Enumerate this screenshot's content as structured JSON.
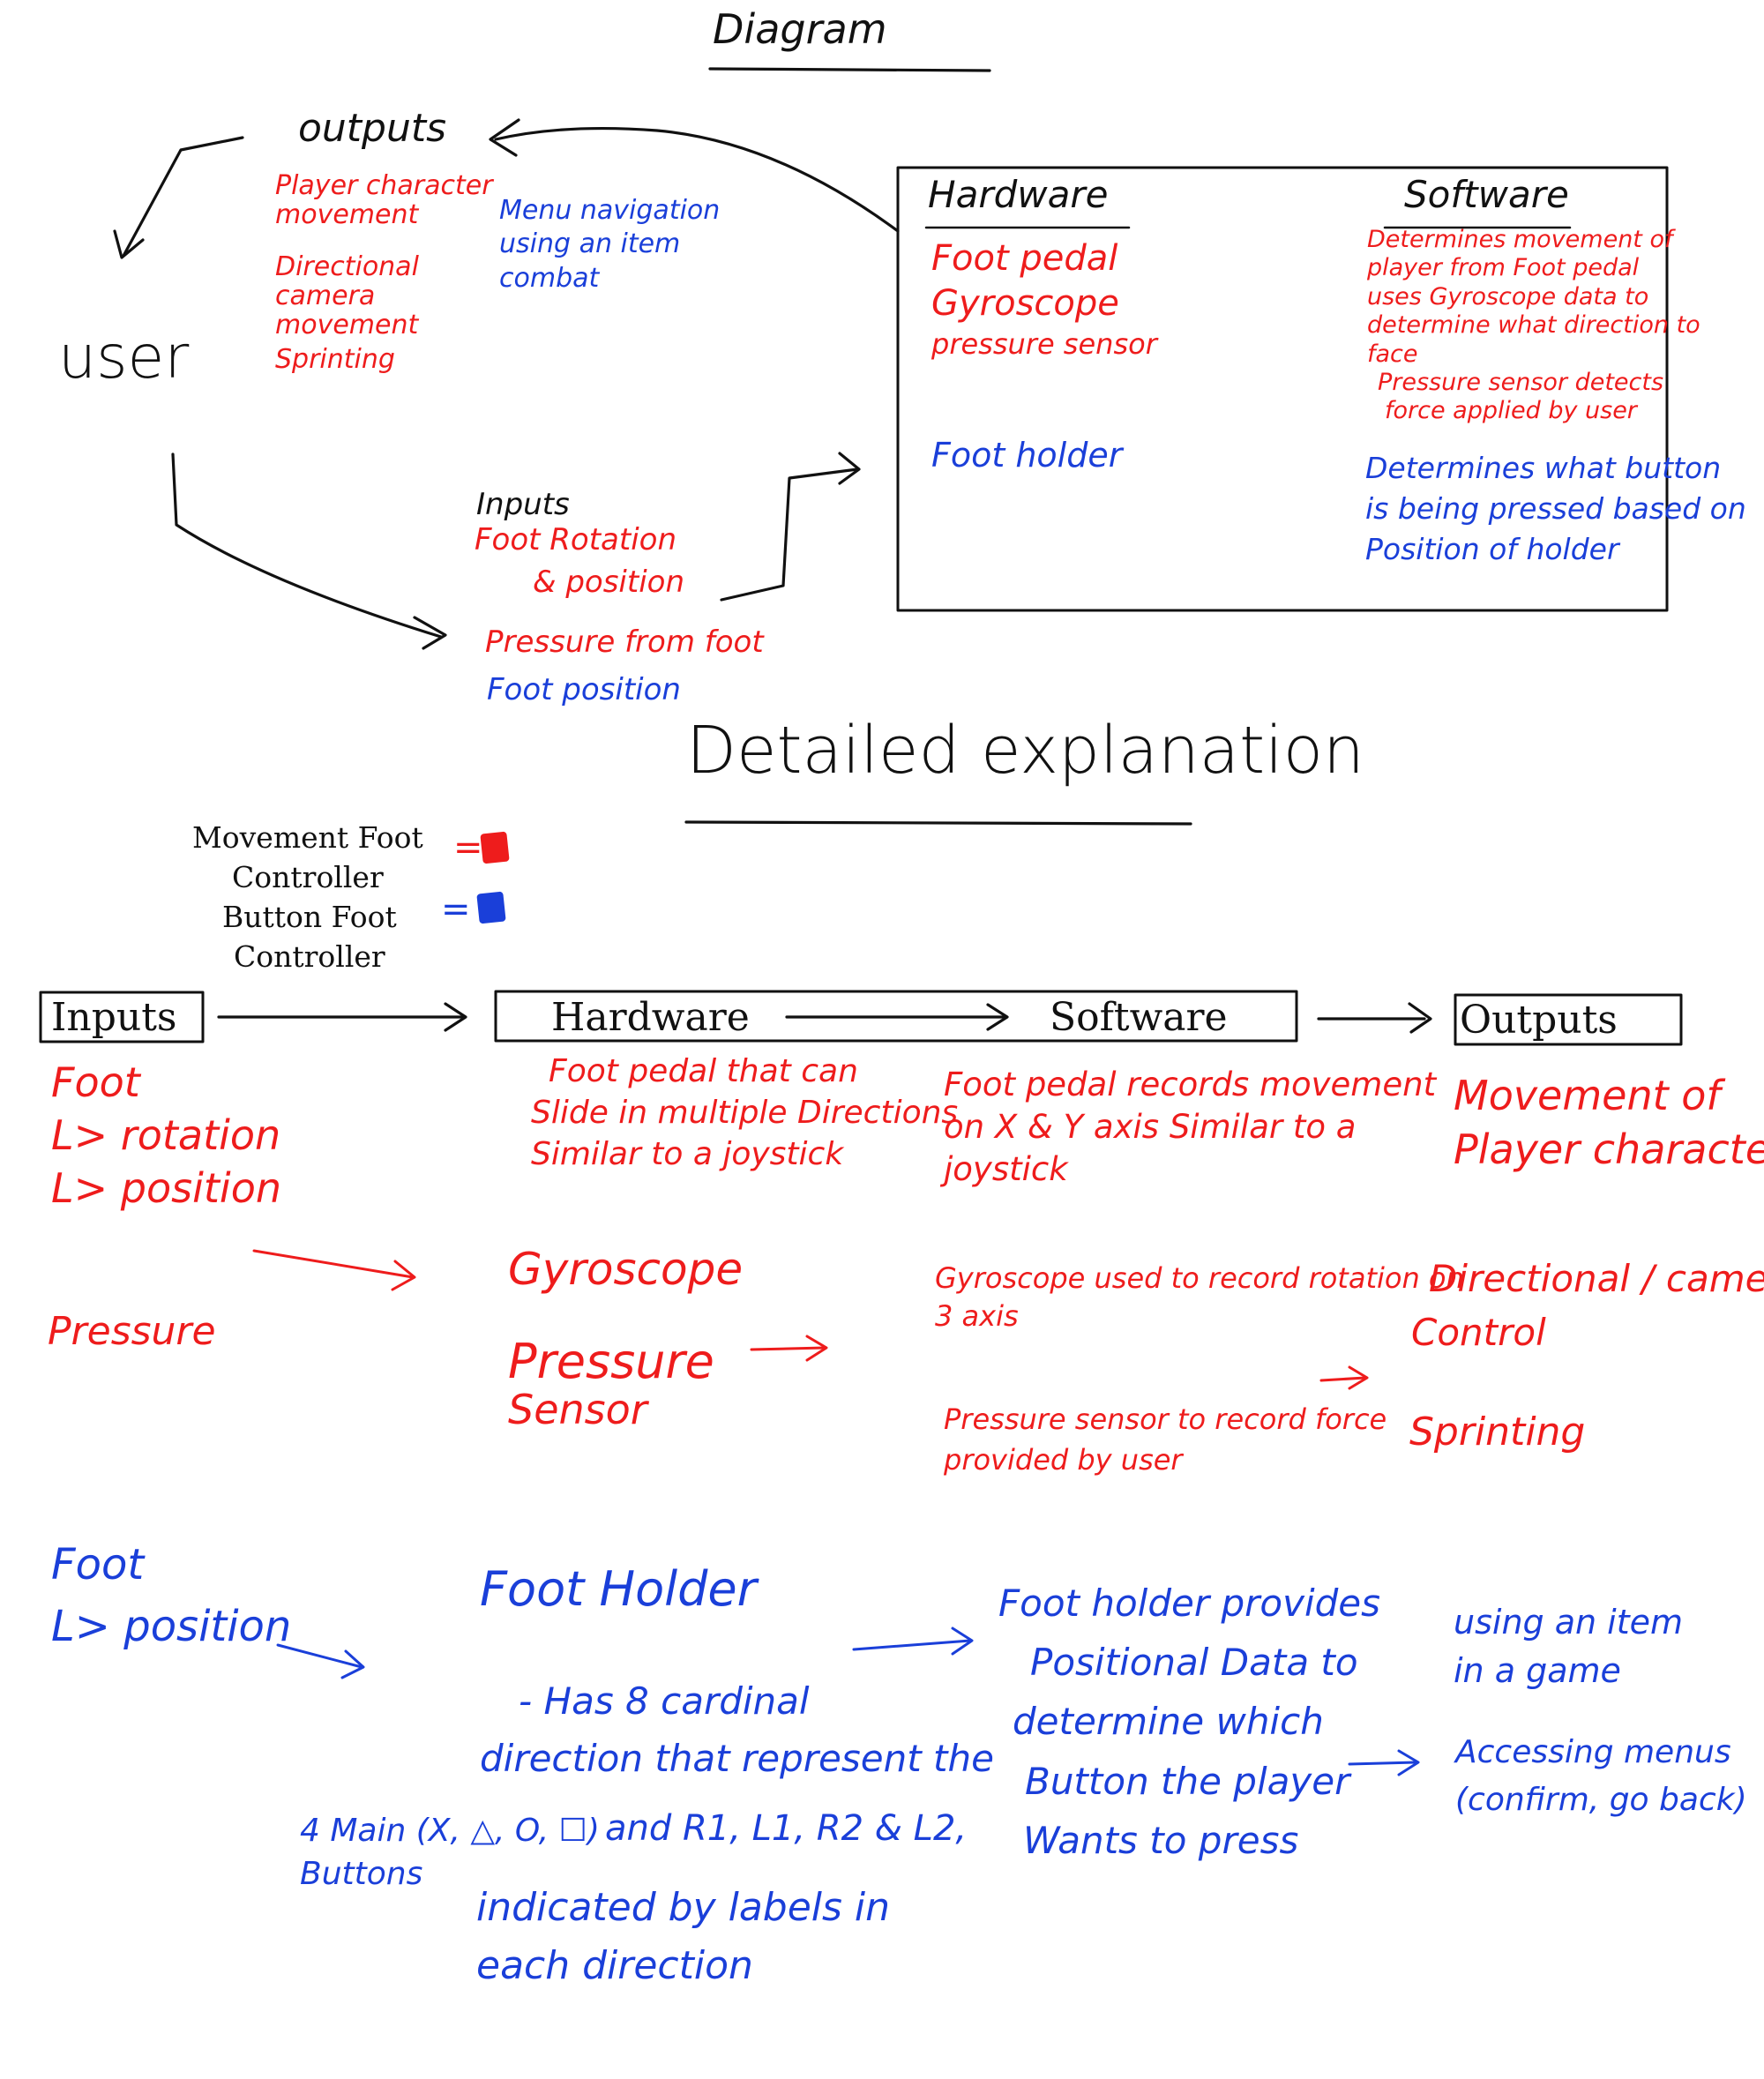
{
  "colors": {
    "movement": "#ee1c1c",
    "button": "#1a3fd9",
    "ink": "#111111"
  },
  "diagram": {
    "title": "Diagram",
    "user_label": "user",
    "outputs": {
      "label": "outputs",
      "movement_items": [
        "Player character movement",
        "Directional camera movement",
        "Sprinting"
      ],
      "button_items": [
        "Menu navigation",
        "using an item",
        "combat"
      ]
    },
    "inputs": {
      "label": "Inputs",
      "movement_items": [
        "Foot Rotation",
        "& position",
        "Pressure from foot"
      ],
      "button_items": [
        "Foot position"
      ]
    },
    "hw_sw_box": {
      "hardware_header": "Hardware",
      "software_header": "Software",
      "hardware_movement": [
        "Foot pedal",
        "Gyroscope",
        "pressure sensor"
      ],
      "hardware_button": [
        "Foot holder"
      ],
      "software_movement": [
        "Determines movement of",
        "player from Foot pedal",
        "uses Gyroscope data to",
        "determine what direction to",
        "face",
        "Pressure sensor detects",
        "force applied by user"
      ],
      "software_button": [
        "Determines what button",
        "is being pressed based on",
        "Position of holder"
      ]
    }
  },
  "detailed": {
    "title": "Detailed explanation",
    "legend": {
      "movement_label": [
        "Movement Foot",
        "Controller"
      ],
      "button_label": [
        "Button Foot",
        "Controller"
      ],
      "equals": "="
    },
    "flow": {
      "inputs": "Inputs",
      "hardware": "Hardware",
      "software": "Software",
      "outputs": "Outputs"
    },
    "movement_row": {
      "inputs_a": [
        "Foot",
        "L> rotation",
        "L> position"
      ],
      "inputs_b": [
        "Pressure"
      ],
      "hardware_a": [
        "Foot pedal that can",
        "Slide in multiple Directions",
        "Similar to a joystick"
      ],
      "hardware_b": [
        "Gyroscope"
      ],
      "hardware_c": [
        "Pressure",
        "Sensor"
      ],
      "software_a": [
        "Foot pedal records movement",
        "on X & Y axis Similar to a",
        "joystick"
      ],
      "software_b": [
        "Gyroscope used to record rotation on",
        "3 axis"
      ],
      "software_c": [
        "Pressure sensor to record force",
        "provided by user"
      ],
      "outputs_a": [
        "Movement of",
        "Player character"
      ],
      "outputs_b": [
        "Directional / camera",
        "Control"
      ],
      "outputs_c": [
        "Sprinting"
      ]
    },
    "button_row": {
      "inputs": [
        "Foot",
        "L> position"
      ],
      "hardware_title": "Foot Holder",
      "hardware_desc": [
        "- Has 8 cardinal",
        "direction that represent the"
      ],
      "hardware_main": "and R1, L1, R2 & L2,",
      "hardware_rest": [
        "indicated by labels in",
        "each direction"
      ],
      "buttons_note": [
        "4 Main (X, △, O, ☐)",
        "Buttons"
      ],
      "software": [
        "Foot holder provides",
        "Positional Data to",
        "determine which",
        "Button the player",
        "Wants to press"
      ],
      "outputs_a": [
        "using an item",
        "in a game"
      ],
      "outputs_b": [
        "Accessing menus",
        "(confirm, go back)"
      ]
    }
  }
}
